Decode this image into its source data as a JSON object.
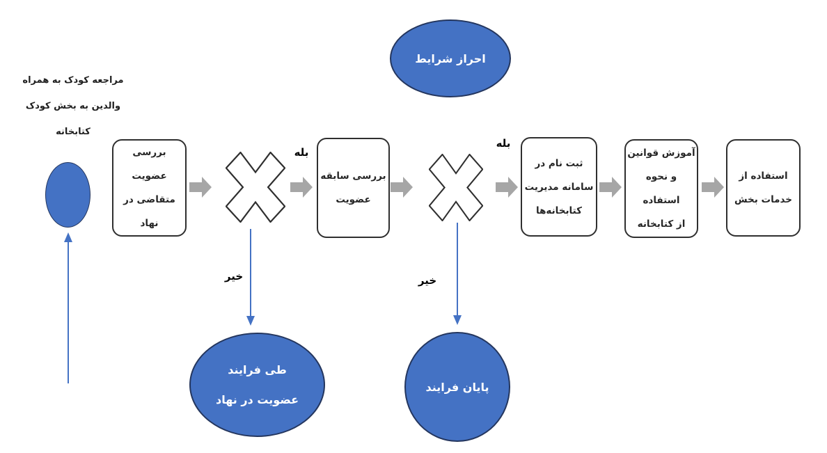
{
  "colors": {
    "shape_blue_fill": "#4472c4",
    "shape_blue_border": "#24365e",
    "connector_gray": "#a6a6a6",
    "box_border": "#2f2f2f",
    "box_text": "#262626",
    "label_text": "#000000",
    "terminal_text": "#ffffff",
    "background": "#ffffff"
  },
  "top_ellipse": {
    "label": "احراز شرایط"
  },
  "start_note": {
    "label": "مراجعه کودک به همراه\nوالدین به بخش کودک\nکتابخانه"
  },
  "process_boxes": [
    {
      "label": "بررسی عضویت\nمتقاضی در نهاد"
    },
    {
      "label": "بررسی سابقه\nعضویت"
    },
    {
      "label": "ثبت نام در\nسامانه مدیریت\nکتابخانه‌ها"
    },
    {
      "label": "آموزش قوانین\nو نحوه استفاده\nاز کتابخانه"
    },
    {
      "label": "استفاده از\nخدمات بخش"
    }
  ],
  "decisions": [
    {
      "yes_label": "بله",
      "no_label": "خیر"
    },
    {
      "yes_label": "بله",
      "no_label": "خیر"
    }
  ],
  "terminals": [
    {
      "label": "طی فرایند\nعضویت در نهاد"
    },
    {
      "label": "پایان فرایند"
    }
  ]
}
